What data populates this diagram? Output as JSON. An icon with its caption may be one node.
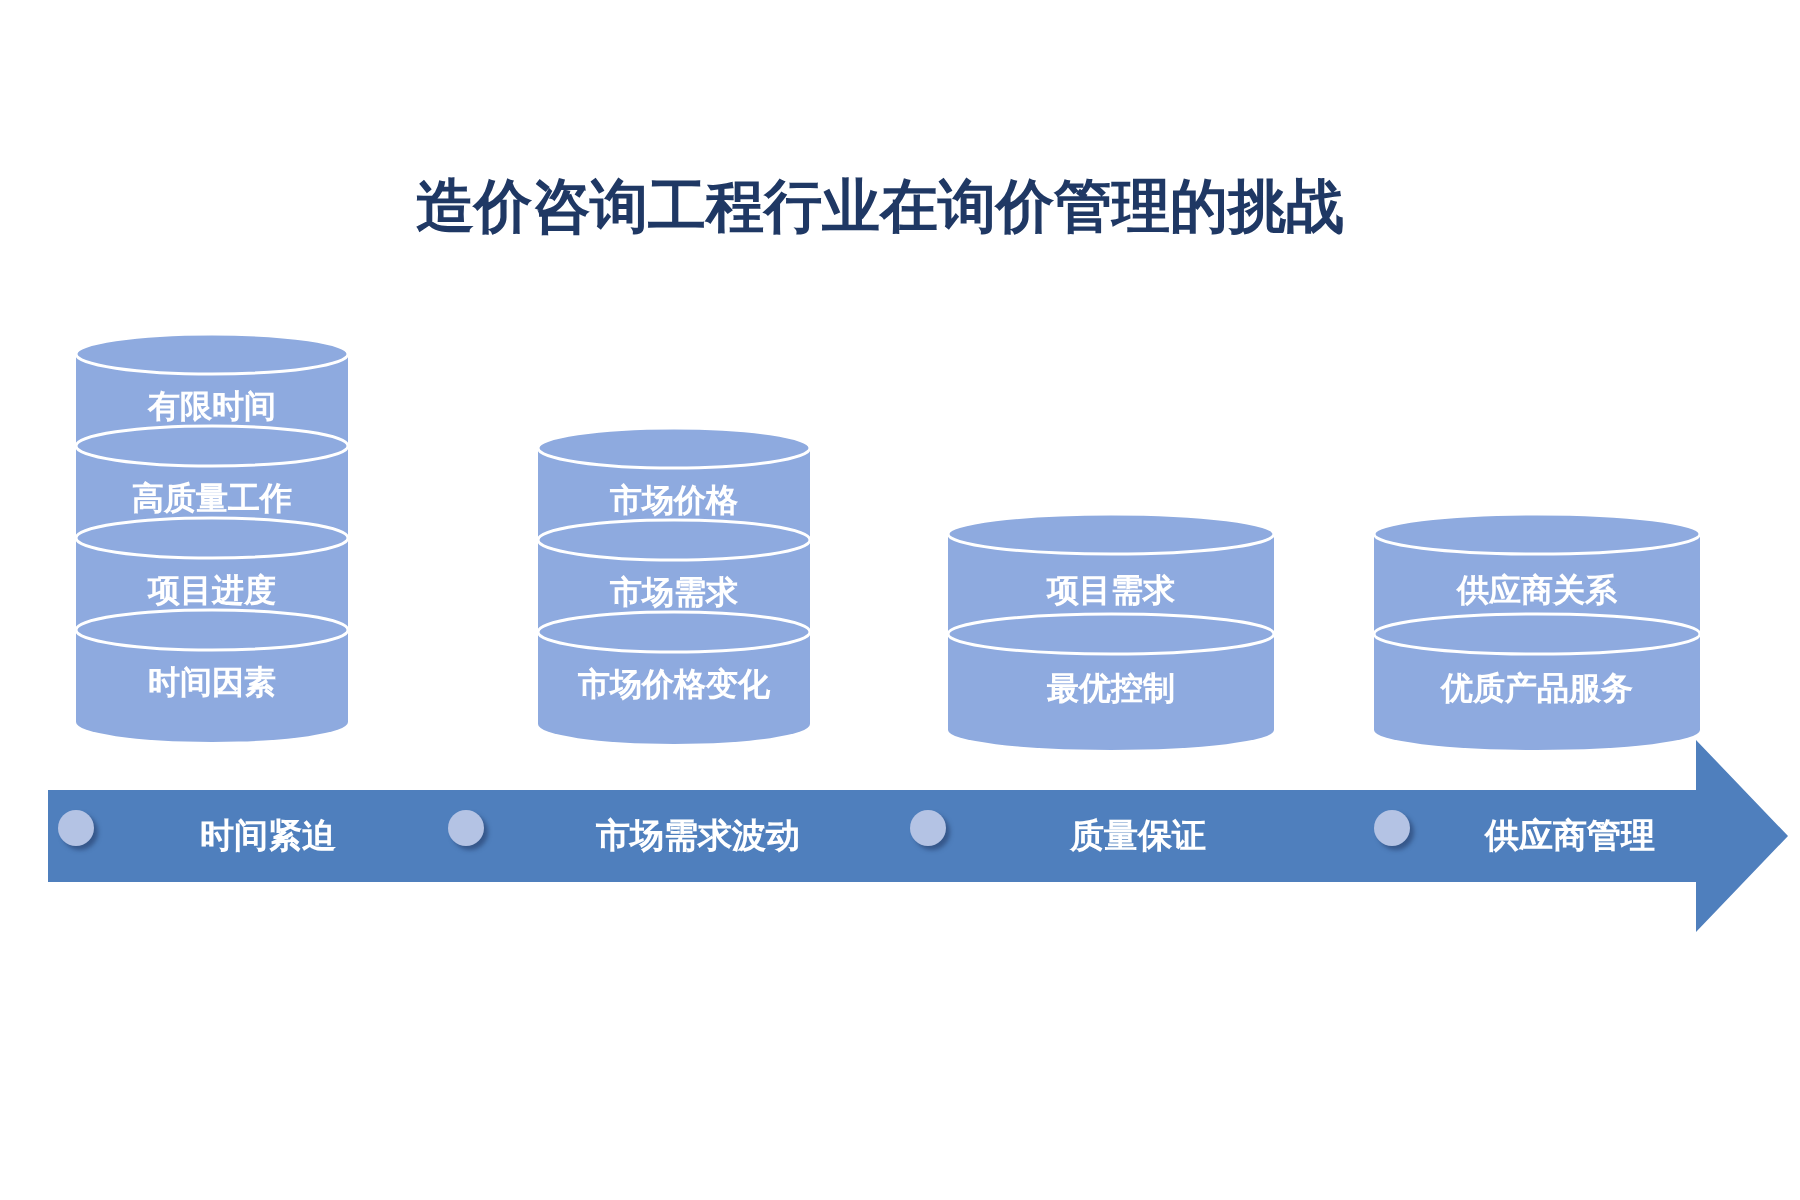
{
  "diagram": {
    "title": "造价咨询工程行业在询价管理的挑战",
    "nodes": [
      {
        "text": [
          "有限时间"
        ]
      },
      {
        "text": [
          "高质量工作"
        ]
      },
      {
        "text": [
          "项目进度"
        ]
      },
      {
        "text": [
          "时间因素"
        ]
      },
      {
        "text": [
          "市场价格"
        ]
      },
      {
        "text": [
          "市场需求"
        ]
      },
      {
        "text": [
          "市场价格变化"
        ]
      },
      {
        "text": [
          "项目需求"
        ]
      },
      {
        "text": [
          "最优控制"
        ]
      },
      {
        "text": [
          "供应商关系"
        ]
      },
      {
        "text": [
          "优质产品服务"
        ]
      },
      {
        "text": [
          "时间紧迫",
          "市场需求波动",
          "质量保证",
          "供应商管理"
        ]
      }
    ]
  }
}
